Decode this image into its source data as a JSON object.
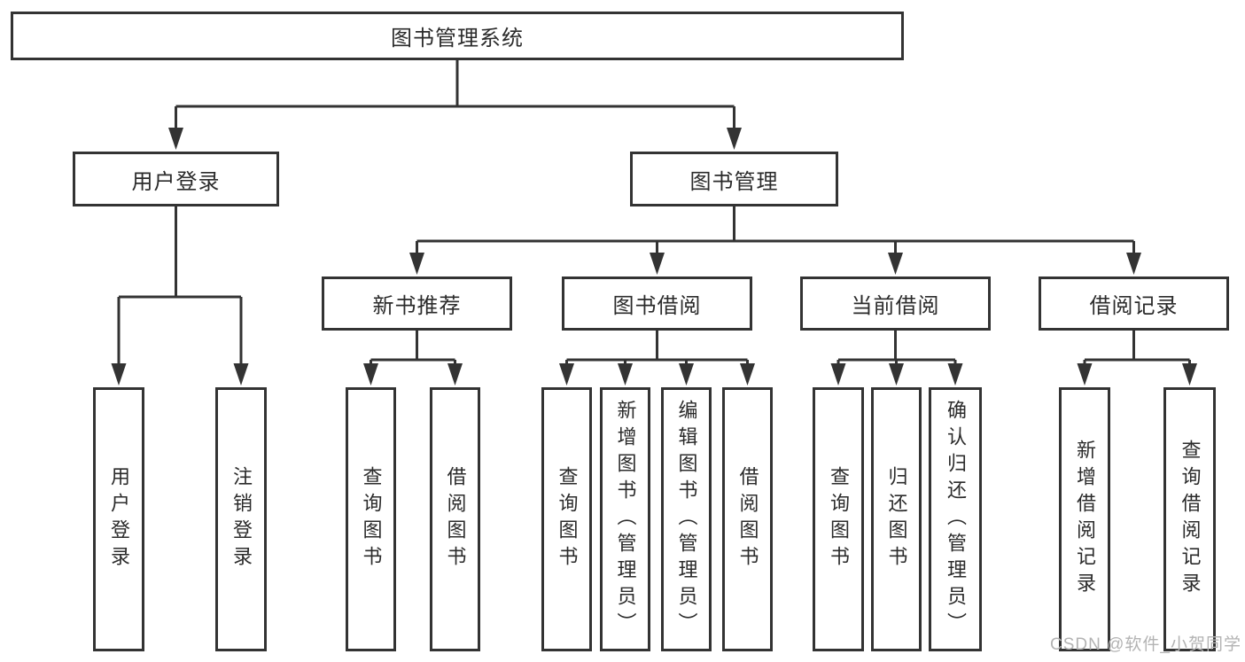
{
  "page": {
    "background": "#ffffff"
  },
  "colors": {
    "line": "#333333",
    "box_border": "#333333",
    "text": "#2b2b2b",
    "watermark": "#b3b3b3"
  },
  "watermark": {
    "text": "CSDN @软件_小贺同学"
  },
  "tree": {
    "root": {
      "label": "图书管理系统"
    },
    "level2": [
      {
        "id": "user_login",
        "label": "用户登录"
      },
      {
        "id": "book_management",
        "label": "图书管理"
      }
    ],
    "level3": [
      {
        "id": "new_book_recommend",
        "label": "新书推荐",
        "parent": "图书管理"
      },
      {
        "id": "book_borrowing",
        "label": "图书借阅",
        "parent": "图书管理"
      },
      {
        "id": "current_borrowing",
        "label": "当前借阅",
        "parent": "图书管理"
      },
      {
        "id": "borrowing_records",
        "label": "借阅记录",
        "parent": "图书管理"
      }
    ],
    "leaves": [
      {
        "id": "leaf_user_login",
        "label": "用户登录",
        "parent": "用户登录"
      },
      {
        "id": "leaf_logout",
        "label": "注销登录",
        "parent": "用户登录"
      },
      {
        "id": "leaf_query_books_recommend",
        "label": "查询图书",
        "parent": "新书推荐"
      },
      {
        "id": "leaf_borrow_books_recommend",
        "label": "借阅图书",
        "parent": "新书推荐"
      },
      {
        "id": "leaf_query_books_borrowing",
        "label": "查询图书",
        "parent": "图书借阅"
      },
      {
        "id": "leaf_add_books_admin",
        "label": "新增图书（管理员）",
        "parent": "图书借阅"
      },
      {
        "id": "leaf_edit_books_admin",
        "label": "编辑图书（管理员）",
        "parent": "图书借阅"
      },
      {
        "id": "leaf_borrow_books_borrowing",
        "label": "借阅图书",
        "parent": "图书借阅"
      },
      {
        "id": "leaf_query_books_current",
        "label": "查询图书",
        "parent": "当前借阅"
      },
      {
        "id": "leaf_return_books",
        "label": "归还图书",
        "parent": "当前借阅"
      },
      {
        "id": "leaf_confirm_return_admin",
        "label": "确认归还（管理员）",
        "parent": "当前借阅"
      },
      {
        "id": "leaf_add_borrow_record",
        "label": "新增借阅记录",
        "parent": "借阅记录"
      },
      {
        "id": "leaf_query_borrow_record",
        "label": "查询借阅记录",
        "parent": "借阅记录"
      }
    ],
    "hierarchy": {
      "图书管理系统": [
        "用户登录",
        "图书管理"
      ],
      "用户登录": [
        "用户登录",
        "注销登录"
      ],
      "图书管理": [
        "新书推荐",
        "图书借阅",
        "当前借阅",
        "借阅记录"
      ],
      "新书推荐": [
        "查询图书",
        "借阅图书"
      ],
      "图书借阅": [
        "查询图书",
        "新增图书（管理员）",
        "编辑图书（管理员）",
        "借阅图书"
      ],
      "当前借阅": [
        "查询图书",
        "归还图书",
        "确认归还（管理员）"
      ],
      "借阅记录": [
        "新增借阅记录",
        "查询借阅记录"
      ]
    }
  }
}
